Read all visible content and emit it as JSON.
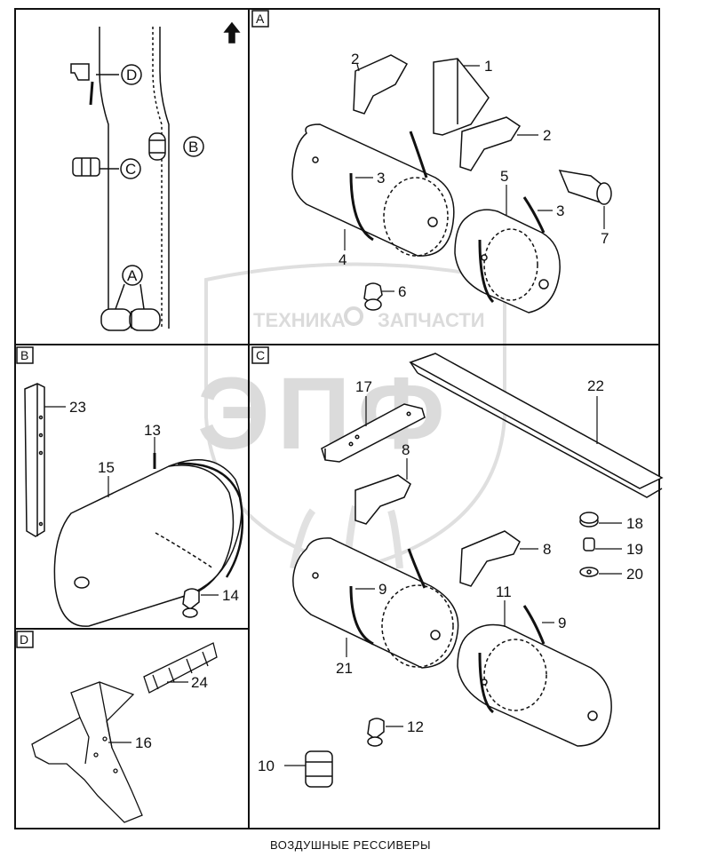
{
  "caption": "ВОЗДУШНЫЕ РЕССИВЕРЫ",
  "watermark": {
    "line1_left": "ТЕХНИКА",
    "line1_right": "ЗАПЧАСТИ",
    "logo": "ЭПФ"
  },
  "sections": {
    "A": "A",
    "B": "B",
    "C": "C",
    "D": "D"
  },
  "overview_callouts": [
    "D",
    "B",
    "C",
    "A"
  ],
  "part_labels": {
    "p1": "1",
    "p2a": "2",
    "p2b": "2",
    "p3a": "3",
    "p3b": "3",
    "p4": "4",
    "p5": "5",
    "p6": "6",
    "p7": "7",
    "p8a": "8",
    "p8b": "8",
    "p9a": "9",
    "p9b": "9",
    "p10": "10",
    "p11": "11",
    "p12": "12",
    "p13": "13",
    "p14": "14",
    "p15": "15",
    "p16": "16",
    "p17": "17",
    "p18": "18",
    "p19": "19",
    "p20": "20",
    "p21": "21",
    "p22": "22",
    "p23": "23",
    "p24": "24"
  }
}
